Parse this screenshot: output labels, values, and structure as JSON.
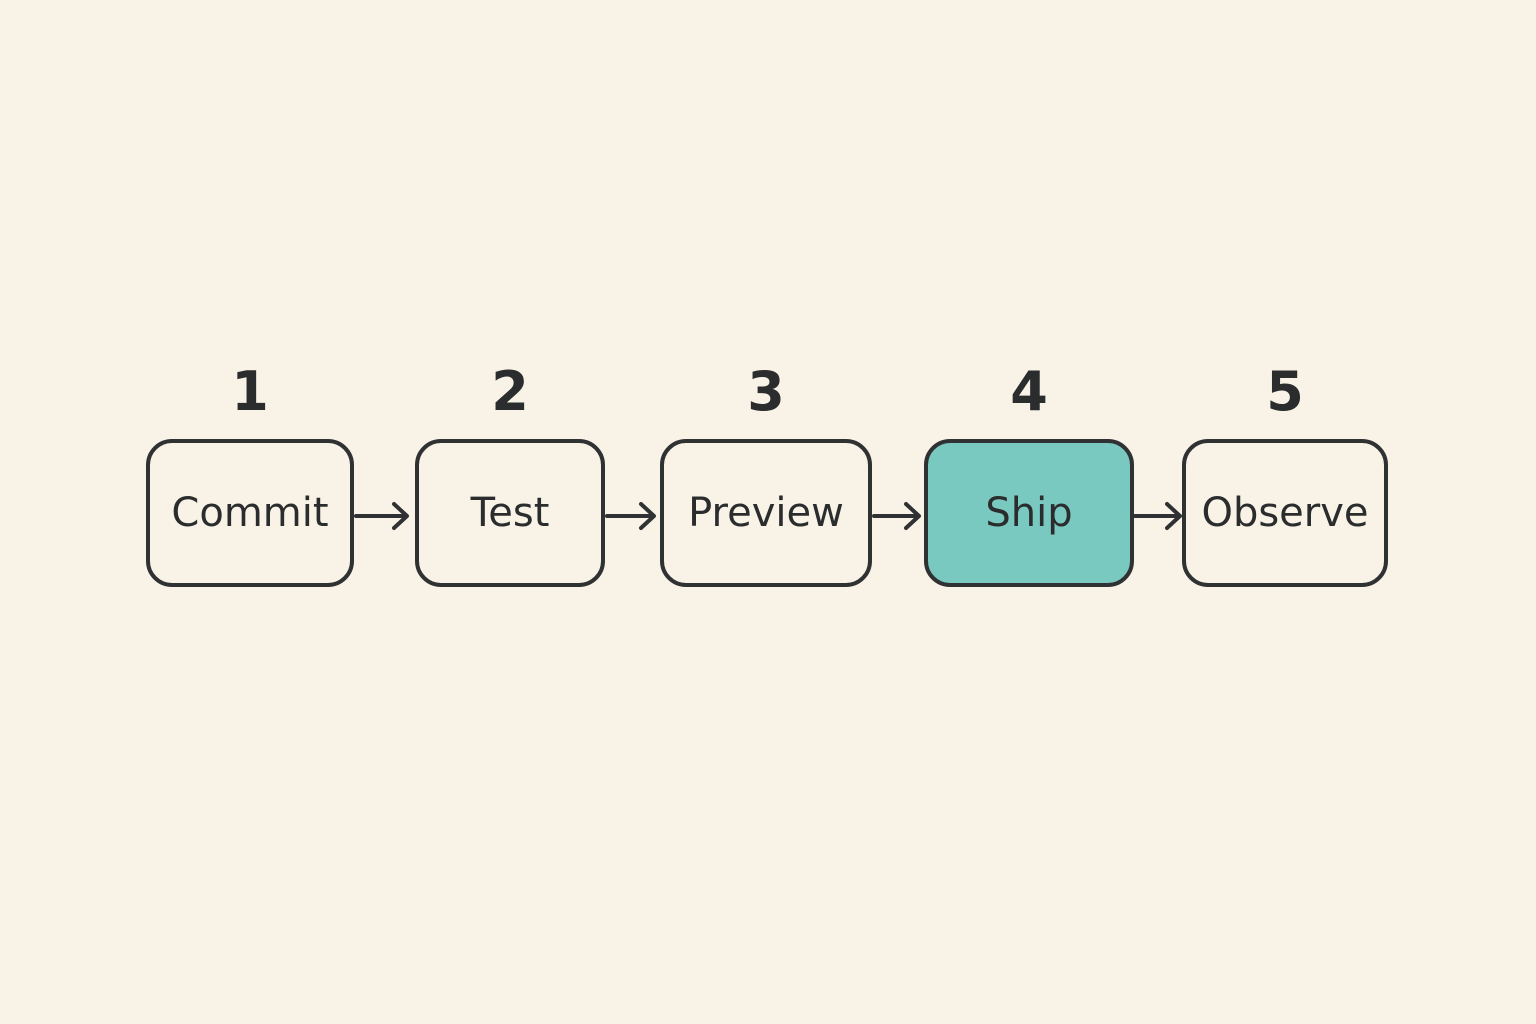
{
  "diagram": {
    "steps": [
      {
        "number": "1",
        "label": "Commit",
        "active": false
      },
      {
        "number": "2",
        "label": "Test",
        "active": false
      },
      {
        "number": "3",
        "label": "Preview",
        "active": false
      },
      {
        "number": "4",
        "label": "Ship",
        "active": true
      },
      {
        "number": "5",
        "label": "Observe",
        "active": false
      }
    ],
    "colors": {
      "background": "#f8f3e6",
      "stroke": "#2f3133",
      "text": "#2b2c2d",
      "active_fill": "#79c9c0"
    },
    "connector_icon": "arrow-right-icon"
  }
}
